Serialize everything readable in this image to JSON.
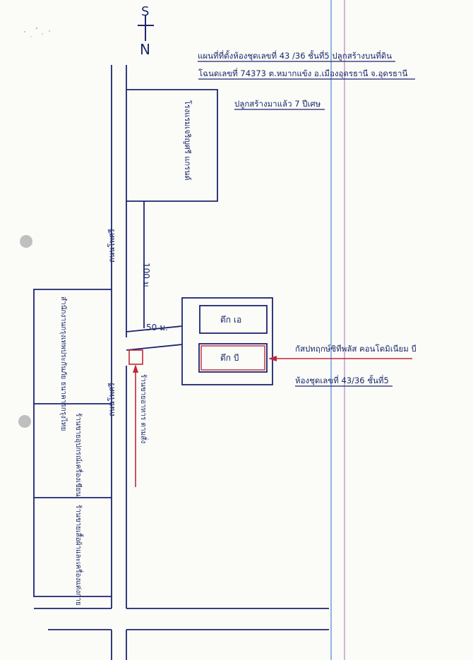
{
  "compass": {
    "top": "S",
    "bottom": "N"
  },
  "title": {
    "line1": "แผนที่ที่ตั้งห้องชุดเลขที่ 43 /36 ชั้นที่5  ปลูกสร้างบนที่ดิน",
    "line2": "โฉนดเลขที่ 74373 ต.หมากแข้ง อ.เมืองอุดรธานี จ.อุดรธานี",
    "line3": "ปลูกสร้างมาแล้ว 7 ปีเศษ"
  },
  "labels": {
    "top_building": "โรงแรมเจริญศรี แกรนด์",
    "road_upper": "ถนนโพศรี",
    "road_lower": "ถนนโพศรี",
    "distance_100": "100 ม.",
    "distance_50": "50 ม.",
    "left_block_1": "สำนักงานกรุงเทพประกันภัย ธนาคารกรุงไทย",
    "left_block_2": "ร้านขายอุปกรณ์เครื่องเขียน",
    "left_block_3": "ร้านขายเสื้อผ้าและเครื่องแต่งกาย",
    "red_box_note": "ร้านขายอาหาร ตามสั่ง",
    "building_a": "ตึก เอ",
    "building_b": "ตึก บี",
    "project_name": "กัสปทฤกษ์ซิทีพลัส คอนโดมิเนียม บี",
    "unit_label": "ห้องชุดเลขที่ 43/36 ชั้นที่5"
  }
}
